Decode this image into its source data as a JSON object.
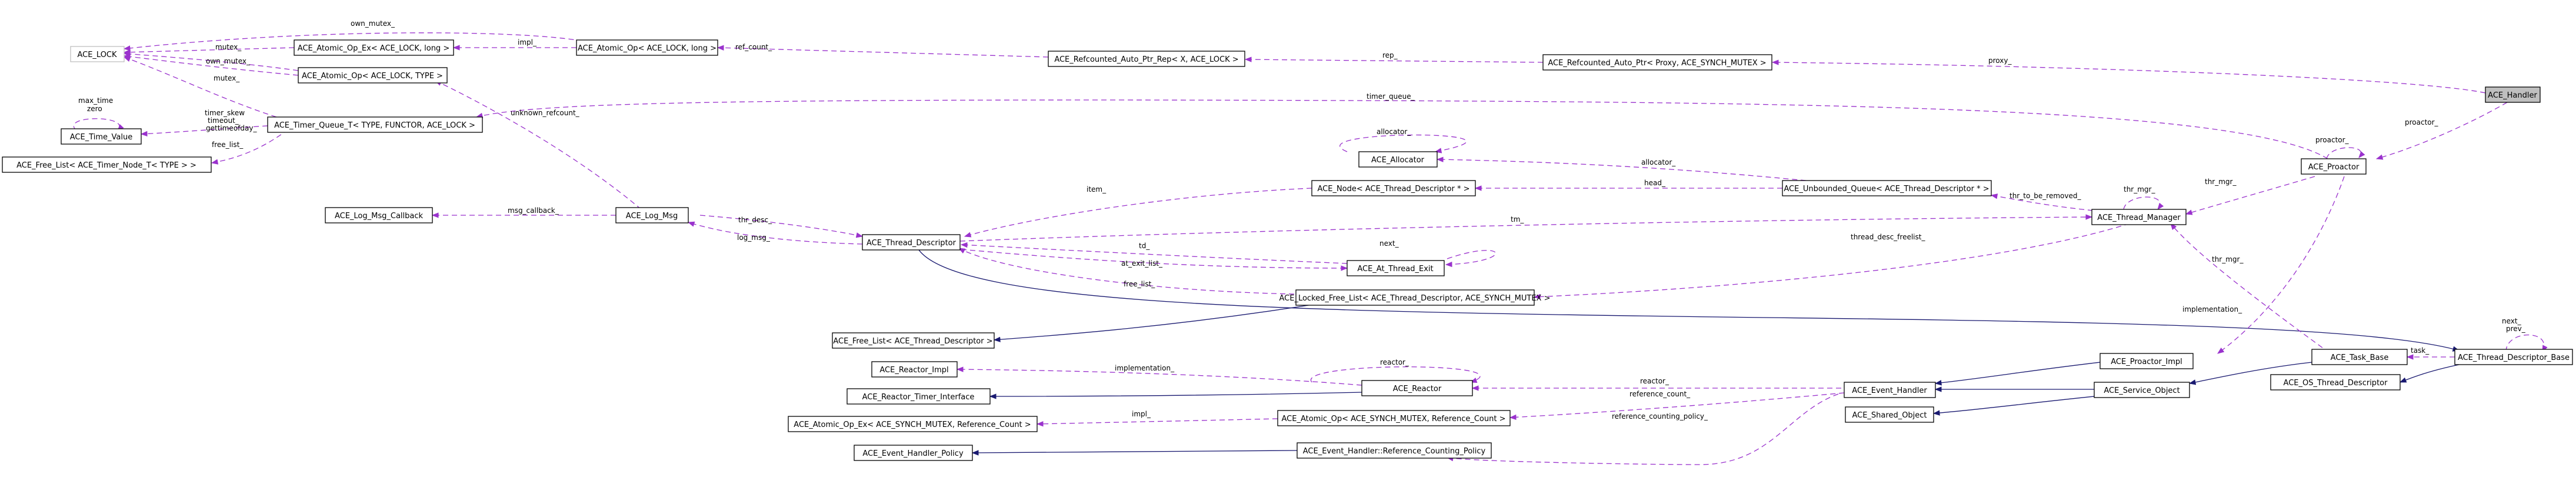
{
  "nodes": {
    "ace_handler": "ACE_Handler",
    "refcounted_proxy": "ACE_Refcounted_Auto_Ptr< Proxy, ACE_SYNCH_MUTEX >",
    "refcounted_rep": "ACE_Refcounted_Auto_Ptr_Rep< X, ACE_LOCK >",
    "atomic_op_long": "ACE_Atomic_Op< ACE_LOCK, long >",
    "atomic_op_ex_long": "ACE_Atomic_Op_Ex< ACE_LOCK, long >",
    "atomic_op_type": "ACE_Atomic_Op< ACE_LOCK, TYPE >",
    "ace_lock": "ACE_LOCK",
    "time_value": "ACE_Time_Value",
    "timer_queue": "ACE_Timer_Queue_T< TYPE, FUNCTOR, ACE_LOCK >",
    "free_list_timer": "ACE_Free_List< ACE_Timer_Node_T< TYPE > >",
    "proactor": "ACE_Proactor",
    "allocator": "ACE_Allocator",
    "node_thread_desc": "ACE_Node< ACE_Thread_Descriptor * >",
    "unbounded_queue": "ACE_Unbounded_Queue< ACE_Thread_Descriptor * >",
    "thread_manager": "ACE_Thread_Manager",
    "log_msg_callback": "ACE_Log_Msg_Callback",
    "log_msg": "ACE_Log_Msg",
    "thread_descriptor": "ACE_Thread_Descriptor",
    "at_thread_exit": "ACE_At_Thread_Exit",
    "locked_free_list": "ACE_Locked_Free_List< ACE_Thread_Descriptor, ACE_SYNCH_MUTEX >",
    "free_list_thread": "ACE_Free_List< ACE_Thread_Descriptor >",
    "proactor_impl": "ACE_Proactor_Impl",
    "reactor_impl": "ACE_Reactor_Impl",
    "reactor": "ACE_Reactor",
    "reactor_timer_interface": "ACE_Reactor_Timer_Interface",
    "event_handler": "ACE_Event_Handler",
    "service_object": "ACE_Service_Object",
    "shared_object": "ACE_Shared_Object",
    "task_base": "ACE_Task_Base",
    "thread_descriptor_base": "ACE_Thread_Descriptor_Base",
    "os_thread_descriptor": "ACE_OS_Thread_Descriptor",
    "atomic_op_ex_refcount": "ACE_Atomic_Op_Ex< ACE_SYNCH_MUTEX, Reference_Count >",
    "atomic_op_refcount": "ACE_Atomic_Op< ACE_SYNCH_MUTEX, Reference_Count >",
    "event_handler_policy": "ACE_Event_Handler_Policy",
    "ref_counting_policy": "ACE_Event_Handler::Reference_Counting_Policy"
  },
  "labels": {
    "proxy": "proxy_",
    "rep": "rep_",
    "ref_count": "ref_count_",
    "impl": "impl_",
    "own_mutex": "own_mutex_",
    "mutex": "mutex_",
    "max_time_zero": "max_time\nzero",
    "timer_skew": "timer_skew\ntimeout_\ngettimeofday_",
    "free_list": "free_list_",
    "timer_queue": "timer_queue_",
    "proactor": "proactor_",
    "allocator": "allocator_",
    "head": "head_",
    "thr_to_be_removed": "thr_to_be_removed_",
    "thr_mgr": "thr_mgr_",
    "item": "item_",
    "unknown_refcount": "unknown_refcount_",
    "msg_callback": "msg_callback_",
    "thr_desc": "thr_desc_",
    "log_msg": "log_msg_",
    "tm": "tm_",
    "next": "next_",
    "td": "td_",
    "at_exit_list": "at_exit_list_",
    "thread_desc_freelist": "thread_desc_freelist_",
    "implementation": "implementation_",
    "reactor": "reactor_",
    "reference_count": "reference_count_",
    "reference_counting_policy": "reference_counting_policy_",
    "task": "task_",
    "prev": "prev_"
  },
  "colors": {
    "usage_edge": "#9a32cd",
    "inheritance_edge": "#191970",
    "focus_fill": "#bfbfbf",
    "node_border": "#000000"
  }
}
